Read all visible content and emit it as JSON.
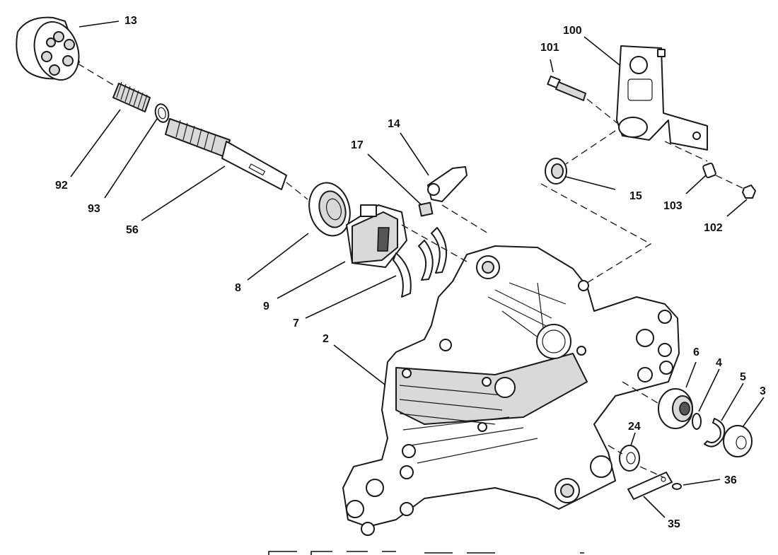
{
  "callouts": {
    "c13": "13",
    "c92": "92",
    "c93": "93",
    "c56": "56",
    "c14": "14",
    "c17": "17",
    "c8": "8",
    "c9": "9",
    "c7": "7",
    "c100": "100",
    "c101": "101",
    "c15": "15",
    "c103": "103",
    "c102": "102",
    "c2": "2",
    "c6": "6",
    "c4": "4",
    "c5": "5",
    "c3": "3",
    "c24": "24",
    "c36": "36",
    "c35": "35"
  },
  "footer": {
    "cropped_caption": ""
  },
  "colors": {
    "line": "#1a1a1a",
    "fill": "#ffffff",
    "shade": "#d9d9d9"
  }
}
